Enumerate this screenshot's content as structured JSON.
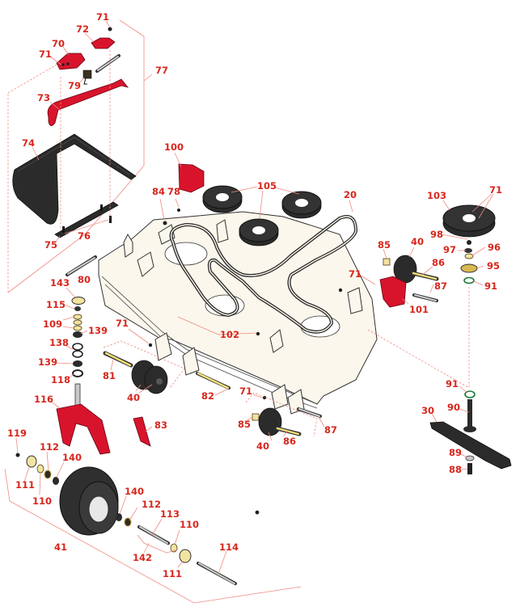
{
  "diagram": {
    "title": "Mower deck exploded parts diagram",
    "colors": {
      "callout": "#d8261c",
      "leader": "#f08a80",
      "deck": "#fbf7ec",
      "red_parts": "#d8142c",
      "black_parts": "#2b2b2b"
    },
    "callouts": [
      {
        "id": "c71a",
        "text": "71"
      },
      {
        "id": "c72",
        "text": "72"
      },
      {
        "id": "c70",
        "text": "70"
      },
      {
        "id": "c71b",
        "text": "71"
      },
      {
        "id": "c77",
        "text": "77"
      },
      {
        "id": "c79",
        "text": "79"
      },
      {
        "id": "c73",
        "text": "73"
      },
      {
        "id": "c74",
        "text": "74"
      },
      {
        "id": "c76",
        "text": "76"
      },
      {
        "id": "c75",
        "text": "75"
      },
      {
        "id": "c100",
        "text": "100"
      },
      {
        "id": "c84",
        "text": "84"
      },
      {
        "id": "c78",
        "text": "78"
      },
      {
        "id": "c105",
        "text": "105"
      },
      {
        "id": "c20",
        "text": "20"
      },
      {
        "id": "c103",
        "text": "103"
      },
      {
        "id": "c71c",
        "text": "71"
      },
      {
        "id": "c98",
        "text": "98"
      },
      {
        "id": "c96",
        "text": "96"
      },
      {
        "id": "c97",
        "text": "97"
      },
      {
        "id": "c95",
        "text": "95"
      },
      {
        "id": "c91a",
        "text": "91"
      },
      {
        "id": "c85a",
        "text": "85"
      },
      {
        "id": "c40a",
        "text": "40"
      },
      {
        "id": "c86a",
        "text": "86"
      },
      {
        "id": "c87a",
        "text": "87"
      },
      {
        "id": "c71d",
        "text": "71"
      },
      {
        "id": "c101",
        "text": "101"
      },
      {
        "id": "c80",
        "text": "80"
      },
      {
        "id": "c143",
        "text": "143"
      },
      {
        "id": "c115",
        "text": "115"
      },
      {
        "id": "c109",
        "text": "109"
      },
      {
        "id": "c139a",
        "text": "139"
      },
      {
        "id": "c138",
        "text": "138"
      },
      {
        "id": "c139b",
        "text": "139"
      },
      {
        "id": "c118",
        "text": "118"
      },
      {
        "id": "c71e",
        "text": "71"
      },
      {
        "id": "c102",
        "text": "102"
      },
      {
        "id": "c81",
        "text": "81"
      },
      {
        "id": "c40b",
        "text": "40"
      },
      {
        "id": "c82",
        "text": "82"
      },
      {
        "id": "c71f",
        "text": "71"
      },
      {
        "id": "c116",
        "text": "116"
      },
      {
        "id": "c83",
        "text": "83"
      },
      {
        "id": "c85b",
        "text": "85"
      },
      {
        "id": "c40c",
        "text": "40"
      },
      {
        "id": "c86b",
        "text": "86"
      },
      {
        "id": "c87b",
        "text": "87"
      },
      {
        "id": "c91b",
        "text": "91"
      },
      {
        "id": "c90",
        "text": "90"
      },
      {
        "id": "c30",
        "text": "30"
      },
      {
        "id": "c89",
        "text": "89"
      },
      {
        "id": "c88",
        "text": "88"
      },
      {
        "id": "c119",
        "text": "119"
      },
      {
        "id": "c112a",
        "text": "112"
      },
      {
        "id": "c140a",
        "text": "140"
      },
      {
        "id": "c111a",
        "text": "111"
      },
      {
        "id": "c110a",
        "text": "110"
      },
      {
        "id": "c140b",
        "text": "140"
      },
      {
        "id": "c112b",
        "text": "112"
      },
      {
        "id": "c113",
        "text": "113"
      },
      {
        "id": "c110b",
        "text": "110"
      },
      {
        "id": "c41",
        "text": "41"
      },
      {
        "id": "c142",
        "text": "142"
      },
      {
        "id": "c114",
        "text": "114"
      },
      {
        "id": "c111b",
        "text": "111"
      }
    ]
  }
}
